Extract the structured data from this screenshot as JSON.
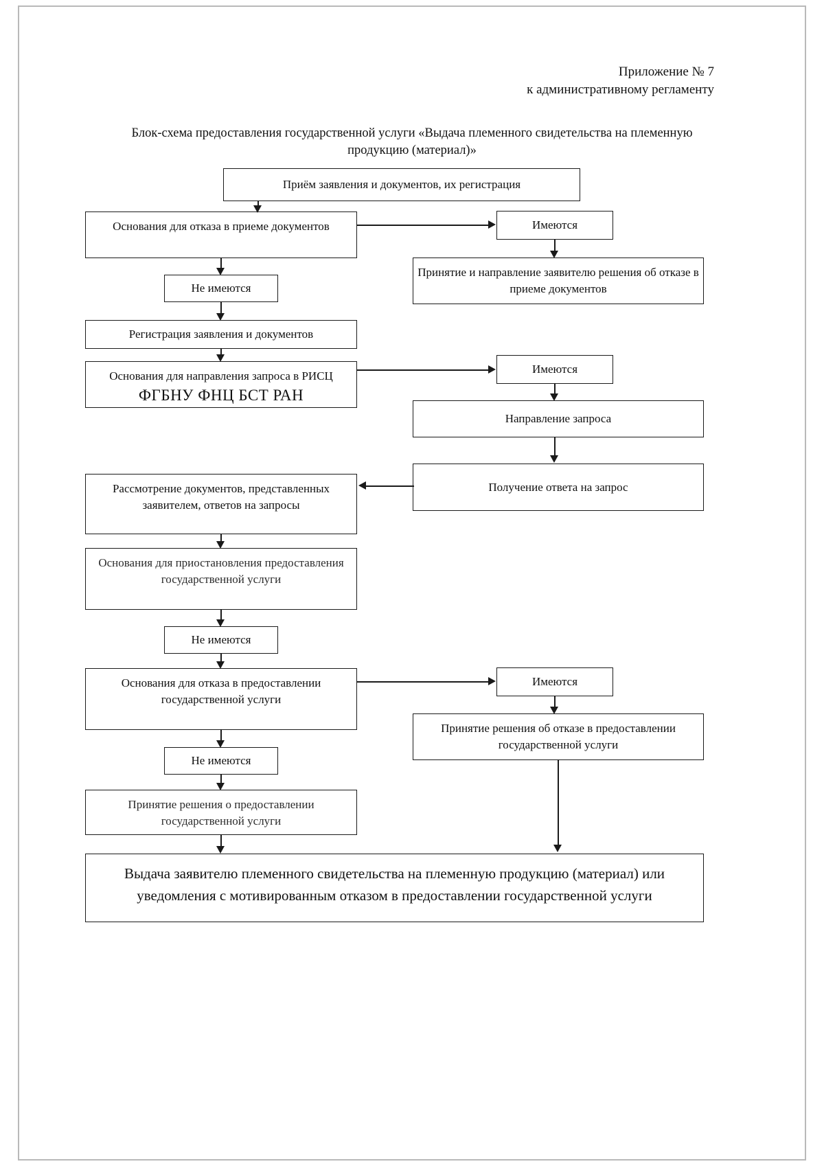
{
  "header": {
    "line1": "Приложение № 7",
    "line2": "к административному регламенту"
  },
  "title": "Блок-схема предоставления государственной услуги «Выдача племенного свидетельства на племенную продукцию (материал)»",
  "diagram_data": {
    "type": "flowchart",
    "orientation": "top-to-bottom",
    "nodes": [
      {
        "id": "intake",
        "label": "Приём заявления и документов, их регистрация"
      },
      {
        "id": "refusal-grounds",
        "label": "Основания для отказа в приеме документов"
      },
      {
        "id": "refusal-yes",
        "label": "Имеются"
      },
      {
        "id": "refusal-decision",
        "label": "Принятие и направление заявителю решения об отказе в приеме документов"
      },
      {
        "id": "refusal-no",
        "label": "Не имеются"
      },
      {
        "id": "registration",
        "label": "Регистрация заявления и документов"
      },
      {
        "id": "risc-grounds",
        "label": "Основания для направления запроса в РИСЦ"
      },
      {
        "id": "risc-grounds-org",
        "label": "ФГБНУ ФНЦ БСТ РАН"
      },
      {
        "id": "risc-yes",
        "label": "Имеются"
      },
      {
        "id": "send-request",
        "label": "Направление запроса"
      },
      {
        "id": "receive-answer",
        "label": "Получение ответа на запрос"
      },
      {
        "id": "review-docs",
        "label": "Рассмотрение документов, представленных заявителем, ответов на запросы"
      },
      {
        "id": "suspend-grounds",
        "label": "Основания для приостановления предоставления государственной услуги"
      },
      {
        "id": "suspend-no",
        "label": "Не имеются"
      },
      {
        "id": "service-refusal-grounds",
        "label": "Основания для отказа в предоставлении государственной услуги"
      },
      {
        "id": "service-refusal-yes",
        "label": "Имеются"
      },
      {
        "id": "service-refusal-decision",
        "label": "Принятие решения об отказе в предоставлении государственной услуги"
      },
      {
        "id": "service-refusal-no",
        "label": "Не имеются"
      },
      {
        "id": "grant-decision",
        "label": "Принятие решения о предоставлении государственной услуги"
      },
      {
        "id": "final-issue",
        "label": "Выдача заявителю племенного свидетельства на племенную продукцию (материал) или уведомления с мотивированным отказом в предоставлении государственной услуги"
      }
    ],
    "edges": [
      {
        "from": "intake",
        "to": "refusal-grounds",
        "dir": "down"
      },
      {
        "from": "refusal-grounds",
        "to": "refusal-yes",
        "dir": "right"
      },
      {
        "from": "refusal-yes",
        "to": "refusal-decision",
        "dir": "down"
      },
      {
        "from": "refusal-grounds",
        "to": "refusal-no",
        "dir": "down"
      },
      {
        "from": "refusal-no",
        "to": "registration",
        "dir": "down"
      },
      {
        "from": "registration",
        "to": "risc-grounds",
        "dir": "down"
      },
      {
        "from": "risc-grounds",
        "to": "risc-yes",
        "dir": "right"
      },
      {
        "from": "risc-yes",
        "to": "send-request",
        "dir": "down"
      },
      {
        "from": "send-request",
        "to": "receive-answer",
        "dir": "down"
      },
      {
        "from": "receive-answer",
        "to": "review-docs",
        "dir": "left"
      },
      {
        "from": "review-docs",
        "to": "suspend-grounds",
        "dir": "down"
      },
      {
        "from": "suspend-grounds",
        "to": "suspend-no",
        "dir": "down"
      },
      {
        "from": "suspend-no",
        "to": "service-refusal-grounds",
        "dir": "down"
      },
      {
        "from": "service-refusal-grounds",
        "to": "service-refusal-yes",
        "dir": "right"
      },
      {
        "from": "service-refusal-yes",
        "to": "service-refusal-decision",
        "dir": "down"
      },
      {
        "from": "service-refusal-grounds",
        "to": "service-refusal-no",
        "dir": "down"
      },
      {
        "from": "service-refusal-no",
        "to": "grant-decision",
        "dir": "down"
      },
      {
        "from": "grant-decision",
        "to": "final-issue",
        "dir": "down"
      },
      {
        "from": "service-refusal-decision",
        "to": "final-issue",
        "dir": "down"
      }
    ]
  }
}
